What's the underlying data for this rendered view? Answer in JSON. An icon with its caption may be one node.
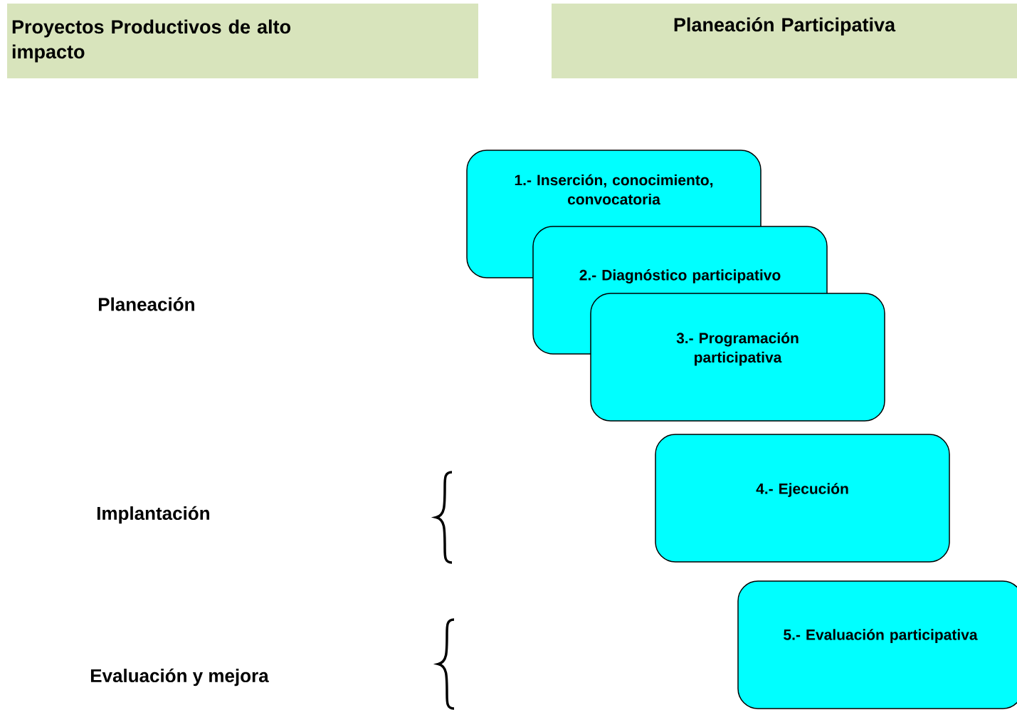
{
  "diagram": {
    "nodes": [
      {
        "text": [
          "Proyectos Productivos de alto impacto"
        ]
      },
      {
        "text": [
          "Planeación Participativa"
        ]
      },
      {
        "text": [
          "1.- Inserción,  conocimiento, convocatoria"
        ]
      },
      {
        "text": [
          "2.- Diagnóstico participativo"
        ]
      },
      {
        "text": [
          "3.- Programación participativa"
        ]
      },
      {
        "text": [
          "4.- Ejecución"
        ]
      },
      {
        "text": [
          "5.- Evaluación participativa"
        ]
      }
    ],
    "labels": [
      "Planeación",
      "Implantación",
      "Evaluación y mejora"
    ]
  }
}
